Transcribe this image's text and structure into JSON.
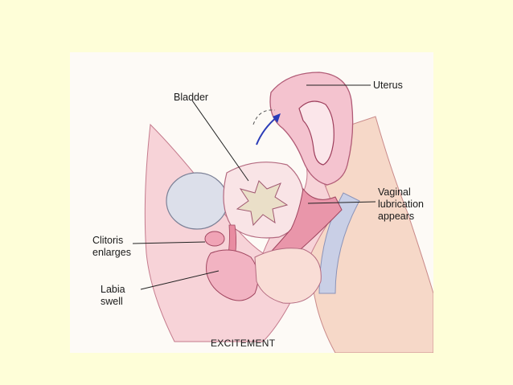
{
  "labels": {
    "bladder": "Bladder",
    "uterus": "Uterus",
    "vaginal_line1": "Vaginal",
    "vaginal_line2": "lubrication",
    "vaginal_line3": "appears",
    "clitoris_line1": "Clitoris",
    "clitoris_line2": "enlarges",
    "labia_line1": "Labia",
    "labia_line2": "swell"
  },
  "caption": "EXCITEMENT",
  "colors": {
    "slide_background": "#fefed8",
    "figure_background": "#fdfaf6",
    "tissue_pink": "#f2b9c8",
    "deep_pink": "#e0889f",
    "bladder_fill": "#dcdfea",
    "arrow_blue": "#2b3cb8"
  }
}
